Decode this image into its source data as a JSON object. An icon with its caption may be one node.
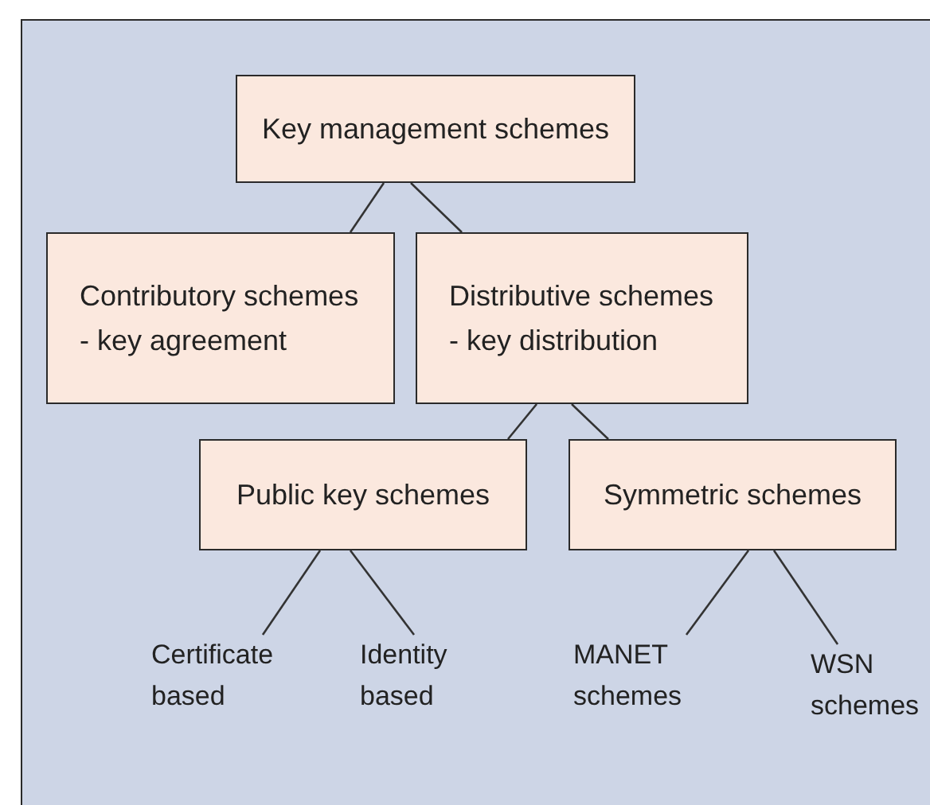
{
  "diagram": {
    "nodes": [
      {
        "text": [
          "Key management schemes"
        ]
      },
      {
        "text": [
          "Contributory schemes",
          "- key agreement"
        ]
      },
      {
        "text": [
          "Distributive schemes",
          "- key distribution"
        ]
      },
      {
        "text": [
          "Public key schemes"
        ]
      },
      {
        "text": [
          "Symmetric schemes"
        ]
      },
      {
        "text": [
          "Certificate based"
        ]
      },
      {
        "text": [
          "Identity based"
        ]
      },
      {
        "text": [
          "MANET schemes"
        ]
      },
      {
        "text": [
          "WSN schemes"
        ]
      }
    ],
    "edges": [
      {
        "from": 0,
        "to": 1,
        "arrow": "none"
      },
      {
        "from": 0,
        "to": 2,
        "arrow": "none"
      },
      {
        "from": 2,
        "to": 3,
        "arrow": "none"
      },
      {
        "from": 2,
        "to": 4,
        "arrow": "none"
      },
      {
        "from": 3,
        "to": 5,
        "arrow": "none"
      },
      {
        "from": 3,
        "to": 6,
        "arrow": "none"
      },
      {
        "from": 4,
        "to": 7,
        "arrow": "none"
      },
      {
        "from": 4,
        "to": 8,
        "arrow": "none"
      }
    ]
  }
}
